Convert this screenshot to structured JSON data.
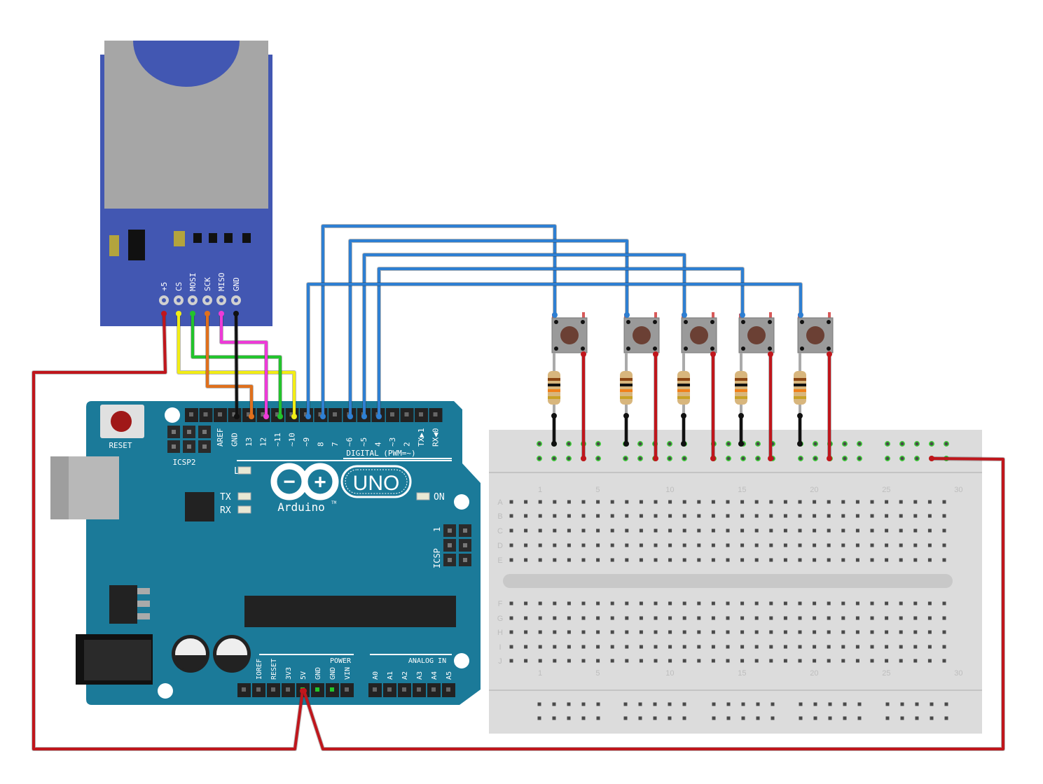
{
  "sd_module": {
    "pin_labels": [
      "+5",
      "CS",
      "MOSI",
      "SCK",
      "MISO",
      "GND"
    ]
  },
  "arduino": {
    "reset_label": "RESET",
    "icsp2_label": "ICSP2",
    "icsp_label": "ICSP",
    "icsp_pin1": "1",
    "header_pins": [
      "AREF",
      "GND",
      "13",
      "12",
      "~11",
      "~10",
      "~9",
      "8",
      "7",
      "~6",
      "~5",
      "4",
      "~3",
      "2",
      "TX▶1",
      "RX◀0"
    ],
    "digital_label": "DIGITAL (PWM=~)",
    "led_l": "L",
    "led_tx": "TX",
    "led_rx": "RX",
    "led_on": "ON",
    "logo_symbol_minus": "−",
    "logo_symbol_plus": "+",
    "model": "UNO",
    "brand": "Arduino",
    "trademark": "TM",
    "power_label": "POWER",
    "analog_label": "ANALOG IN",
    "power_pins": [
      "IOREF",
      "RESET",
      "3V3",
      "5V",
      "GND",
      "GND",
      "VIN"
    ],
    "analog_pins": [
      "A0",
      "A1",
      "A2",
      "A3",
      "A4",
      "A5"
    ]
  },
  "breadboard": {
    "column_numbers": [
      "1",
      "5",
      "10",
      "15",
      "20",
      "25",
      "30"
    ],
    "rows_top": [
      "A",
      "B",
      "C",
      "D",
      "E"
    ],
    "rows_bottom": [
      "F",
      "G",
      "H",
      "I",
      "J"
    ]
  },
  "colors": {
    "board_blue": "#1b7a99",
    "sd_blue": "#4257b2",
    "wire_red": "#c0161c",
    "wire_blue": "#2e7fd2",
    "wire_yellow": "#f2ed15",
    "wire_green": "#22c42c",
    "wire_orange": "#e0701c",
    "wire_magenta": "#ee3ad8",
    "wire_black": "#111111",
    "breadboard": "#dcdcdc"
  }
}
